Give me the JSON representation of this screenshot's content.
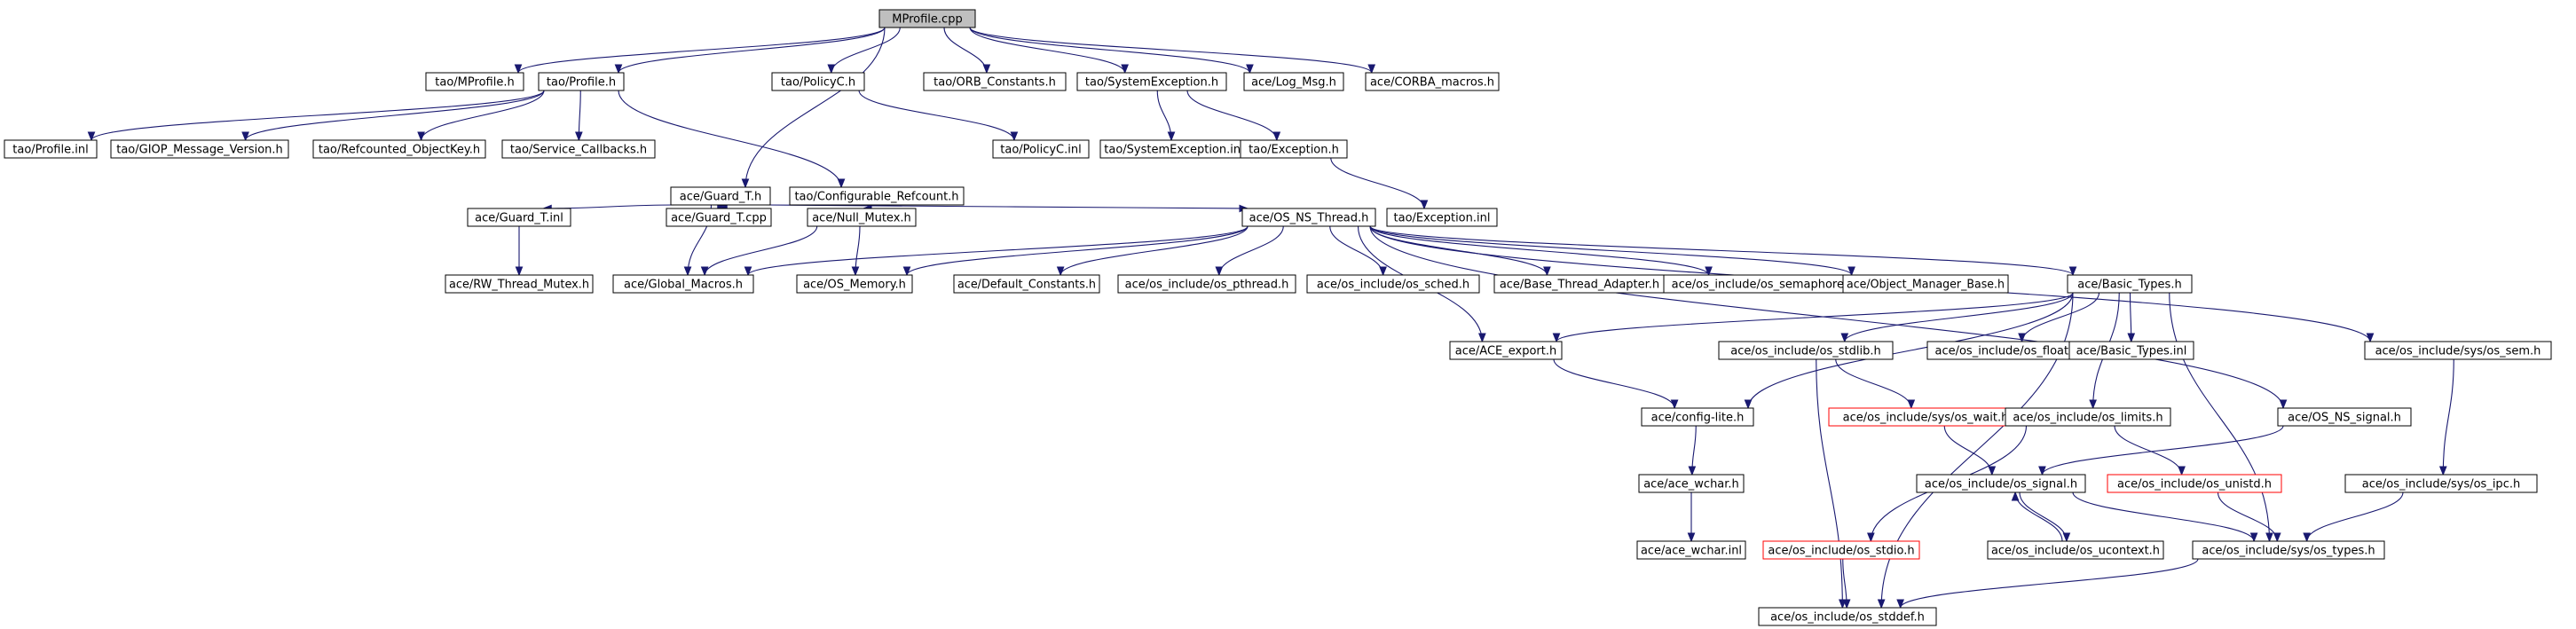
{
  "diagram": {
    "nodes": [
      {
        "id": "mprofile_cpp",
        "label": "MProfile.cpp",
        "root": true
      },
      {
        "id": "tao_mprofile_h",
        "label": "tao/MProfile.h"
      },
      {
        "id": "tao_profile_h",
        "label": "tao/Profile.h"
      },
      {
        "id": "ace_guard_t_h",
        "label": "ace/Guard_T.h"
      },
      {
        "id": "tao_policyc_h",
        "label": "tao/PolicyC.h"
      },
      {
        "id": "tao_orb_constants_h",
        "label": "tao/ORB_Constants.h"
      },
      {
        "id": "tao_systemexception_h",
        "label": "tao/SystemException.h"
      },
      {
        "id": "ace_log_msg_h",
        "label": "ace/Log_Msg.h"
      },
      {
        "id": "ace_corba_macros_h",
        "label": "ace/CORBA_macros.h"
      },
      {
        "id": "tao_profile_inl",
        "label": "tao/Profile.inl"
      },
      {
        "id": "tao_giop_message_version_h",
        "label": "tao/GIOP_Message_Version.h"
      },
      {
        "id": "tao_refcounted_objectkey_h",
        "label": "tao/Refcounted_ObjectKey.h"
      },
      {
        "id": "tao_service_callbacks_h",
        "label": "tao/Service_Callbacks.h"
      },
      {
        "id": "tao_configurable_refcount_h",
        "label": "tao/Configurable_Refcount.h"
      },
      {
        "id": "tao_policyc_inl",
        "label": "tao/PolicyC.inl"
      },
      {
        "id": "tao_systemexception_inl",
        "label": "tao/SystemException.inl"
      },
      {
        "id": "tao_exception_h",
        "label": "tao/Exception.h"
      },
      {
        "id": "ace_guard_t_inl",
        "label": "ace/Guard_T.inl"
      },
      {
        "id": "ace_guard_t_cpp",
        "label": "ace/Guard_T.cpp"
      },
      {
        "id": "ace_null_mutex_h",
        "label": "ace/Null_Mutex.h"
      },
      {
        "id": "ace_os_ns_thread_h",
        "label": "ace/OS_NS_Thread.h"
      },
      {
        "id": "tao_exception_inl",
        "label": "tao/Exception.inl"
      },
      {
        "id": "ace_rw_thread_mutex_h",
        "label": "ace/RW_Thread_Mutex.h"
      },
      {
        "id": "ace_global_macros_h",
        "label": "ace/Global_Macros.h"
      },
      {
        "id": "ace_os_memory_h",
        "label": "ace/OS_Memory.h"
      },
      {
        "id": "ace_default_constants_h",
        "label": "ace/Default_Constants.h"
      },
      {
        "id": "os_pthread_h",
        "label": "ace/os_include/os_pthread.h"
      },
      {
        "id": "os_sched_h",
        "label": "ace/os_include/os_sched.h"
      },
      {
        "id": "ace_base_thread_adapter_h",
        "label": "ace/Base_Thread_Adapter.h"
      },
      {
        "id": "os_semaphore_h",
        "label": "ace/os_include/os_semaphore.h"
      },
      {
        "id": "ace_object_manager_base_h",
        "label": "ace/Object_Manager_Base.h"
      },
      {
        "id": "ace_basic_types_h",
        "label": "ace/Basic_Types.h"
      },
      {
        "id": "ace_ace_export_h",
        "label": "ace/ACE_export.h"
      },
      {
        "id": "os_stdlib_h",
        "label": "ace/os_include/os_stdlib.h"
      },
      {
        "id": "os_float_h",
        "label": "ace/os_include/os_float.h"
      },
      {
        "id": "ace_basic_types_inl",
        "label": "ace/Basic_Types.inl"
      },
      {
        "id": "sys_os_sem_h",
        "label": "ace/os_include/sys/os_sem.h"
      },
      {
        "id": "ace_config_lite_h",
        "label": "ace/config-lite.h"
      },
      {
        "id": "sys_os_wait_h",
        "label": "ace/os_include/sys/os_wait.h",
        "truncated": true
      },
      {
        "id": "os_limits_h",
        "label": "ace/os_include/os_limits.h"
      },
      {
        "id": "ace_os_ns_signal_h",
        "label": "ace/OS_NS_signal.h"
      },
      {
        "id": "ace_ace_wchar_h",
        "label": "ace/ace_wchar.h"
      },
      {
        "id": "os_signal_h",
        "label": "ace/os_include/os_signal.h"
      },
      {
        "id": "os_unistd_h",
        "label": "ace/os_include/os_unistd.h",
        "truncated": true
      },
      {
        "id": "sys_os_ipc_h",
        "label": "ace/os_include/sys/os_ipc.h"
      },
      {
        "id": "ace_ace_wchar_inl",
        "label": "ace/ace_wchar.inl"
      },
      {
        "id": "os_stdio_h",
        "label": "ace/os_include/os_stdio.h",
        "truncated": true
      },
      {
        "id": "os_ucontext_h",
        "label": "ace/os_include/os_ucontext.h"
      },
      {
        "id": "sys_os_types_h",
        "label": "ace/os_include/sys/os_types.h"
      },
      {
        "id": "os_stddef_h",
        "label": "ace/os_include/os_stddef.h"
      }
    ],
    "edges": [
      [
        "mprofile_cpp",
        "tao_mprofile_h"
      ],
      [
        "mprofile_cpp",
        "tao_profile_h"
      ],
      [
        "mprofile_cpp",
        "ace_guard_t_h"
      ],
      [
        "mprofile_cpp",
        "tao_policyc_h"
      ],
      [
        "mprofile_cpp",
        "tao_orb_constants_h"
      ],
      [
        "mprofile_cpp",
        "tao_systemexception_h"
      ],
      [
        "mprofile_cpp",
        "ace_log_msg_h"
      ],
      [
        "mprofile_cpp",
        "ace_corba_macros_h"
      ],
      [
        "tao_profile_h",
        "tao_profile_inl"
      ],
      [
        "tao_profile_h",
        "tao_giop_message_version_h"
      ],
      [
        "tao_profile_h",
        "tao_refcounted_objectkey_h"
      ],
      [
        "tao_profile_h",
        "tao_service_callbacks_h"
      ],
      [
        "tao_profile_h",
        "tao_configurable_refcount_h"
      ],
      [
        "tao_policyc_h",
        "tao_policyc_inl"
      ],
      [
        "tao_systemexception_h",
        "tao_systemexception_inl"
      ],
      [
        "tao_systemexception_h",
        "tao_exception_h"
      ],
      [
        "tao_exception_h",
        "tao_exception_inl"
      ],
      [
        "ace_guard_t_h",
        "ace_guard_t_inl"
      ],
      [
        "ace_guard_t_h",
        "ace_guard_t_cpp"
      ],
      [
        "ace_guard_t_cpp",
        "ace_guard_t_h"
      ],
      [
        "ace_guard_t_h",
        "ace_global_macros_h"
      ],
      [
        "ace_guard_t_h",
        "ace_os_ns_thread_h"
      ],
      [
        "ace_guard_t_inl",
        "ace_rw_thread_mutex_h"
      ],
      [
        "tao_configurable_refcount_h",
        "ace_null_mutex_h"
      ],
      [
        "ace_null_mutex_h",
        "ace_global_macros_h"
      ],
      [
        "ace_null_mutex_h",
        "ace_os_memory_h"
      ],
      [
        "ace_os_ns_thread_h",
        "ace_global_macros_h"
      ],
      [
        "ace_os_ns_thread_h",
        "ace_os_memory_h"
      ],
      [
        "ace_os_ns_thread_h",
        "ace_default_constants_h"
      ],
      [
        "ace_os_ns_thread_h",
        "os_pthread_h"
      ],
      [
        "ace_os_ns_thread_h",
        "os_sched_h"
      ],
      [
        "ace_os_ns_thread_h",
        "ace_base_thread_adapter_h"
      ],
      [
        "ace_os_ns_thread_h",
        "os_semaphore_h"
      ],
      [
        "ace_os_ns_thread_h",
        "ace_object_manager_base_h"
      ],
      [
        "ace_os_ns_thread_h",
        "ace_basic_types_h"
      ],
      [
        "ace_os_ns_thread_h",
        "ace_ace_export_h"
      ],
      [
        "ace_os_ns_thread_h",
        "ace_os_ns_signal_h"
      ],
      [
        "ace_os_ns_thread_h",
        "sys_os_sem_h"
      ],
      [
        "ace_basic_types_h",
        "ace_ace_export_h"
      ],
      [
        "ace_basic_types_h",
        "os_stdlib_h"
      ],
      [
        "ace_basic_types_h",
        "os_float_h"
      ],
      [
        "ace_basic_types_h",
        "ace_basic_types_inl"
      ],
      [
        "ace_basic_types_h",
        "ace_config_lite_h"
      ],
      [
        "ace_basic_types_h",
        "os_limits_h"
      ],
      [
        "ace_basic_types_h",
        "sys_os_types_h"
      ],
      [
        "ace_basic_types_h",
        "os_stddef_h"
      ],
      [
        "ace_ace_export_h",
        "ace_config_lite_h"
      ],
      [
        "ace_config_lite_h",
        "ace_ace_wchar_h"
      ],
      [
        "ace_ace_wchar_h",
        "ace_ace_wchar_inl"
      ],
      [
        "os_stdlib_h",
        "sys_os_wait_h"
      ],
      [
        "os_stdlib_h",
        "os_stddef_h"
      ],
      [
        "sys_os_wait_h",
        "os_signal_h"
      ],
      [
        "os_limits_h",
        "os_unistd_h"
      ],
      [
        "os_limits_h",
        "os_stdio_h"
      ],
      [
        "os_unistd_h",
        "sys_os_types_h"
      ],
      [
        "ace_os_ns_signal_h",
        "os_signal_h"
      ],
      [
        "os_signal_h",
        "os_ucontext_h"
      ],
      [
        "os_ucontext_h",
        "os_signal_h"
      ],
      [
        "os_signal_h",
        "sys_os_types_h"
      ],
      [
        "sys_os_sem_h",
        "sys_os_ipc_h"
      ],
      [
        "sys_os_ipc_h",
        "sys_os_types_h"
      ],
      [
        "os_stdio_h",
        "os_stddef_h"
      ],
      [
        "sys_os_types_h",
        "os_stddef_h"
      ]
    ]
  }
}
